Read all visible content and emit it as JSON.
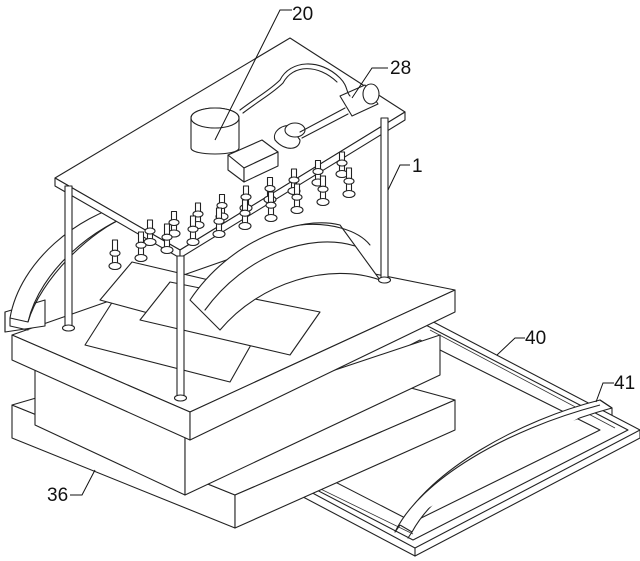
{
  "figure": {
    "labels": [
      {
        "id": "label-20",
        "text": "20"
      },
      {
        "id": "label-28",
        "text": "28"
      },
      {
        "id": "label-1",
        "text": "1"
      },
      {
        "id": "label-40",
        "text": "40"
      },
      {
        "id": "label-41",
        "text": "41"
      },
      {
        "id": "label-36",
        "text": "36"
      }
    ]
  }
}
